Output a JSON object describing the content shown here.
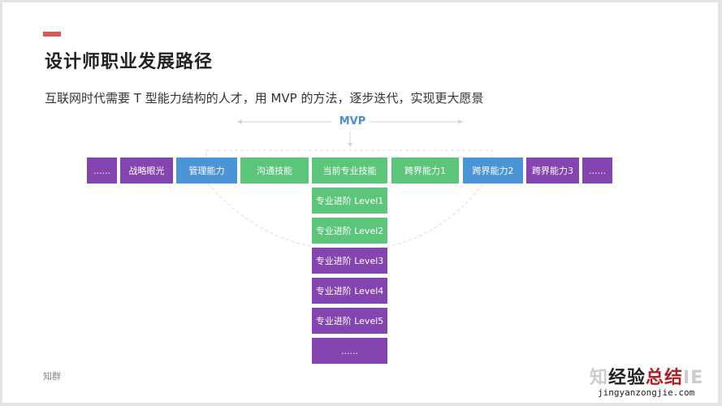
{
  "header": {
    "title": "设计师职业发展路径",
    "subtitle": "互联网时代需要 T 型能力结构的人才，用 MVP 的方法，逐步迭代，实现更大愿景"
  },
  "diagram": {
    "center_label": "MVP",
    "colors": {
      "purple": "#8545b0",
      "blue": "#4b94d6",
      "green": "#5bc57a",
      "accent": "#d9575a",
      "mvp": "#4a8fcc"
    },
    "horizontal": [
      {
        "label": "......",
        "color": "purple"
      },
      {
        "label": "战略眼光",
        "color": "purple"
      },
      {
        "label": "管理能力",
        "color": "blue"
      },
      {
        "label": "沟通技能",
        "color": "green"
      },
      {
        "label": "当前专业技能",
        "color": "green"
      },
      {
        "label": "跨界能力1",
        "color": "green"
      },
      {
        "label": "跨界能力2",
        "color": "blue"
      },
      {
        "label": "跨界能力3",
        "color": "purple"
      },
      {
        "label": "......",
        "color": "purple"
      }
    ],
    "vertical": [
      {
        "label": "专业进阶 Level1",
        "color": "green"
      },
      {
        "label": "专业进阶 Level2",
        "color": "green"
      },
      {
        "label": "专业进阶 Level3",
        "color": "purple"
      },
      {
        "label": "专业进阶 Level4",
        "color": "purple"
      },
      {
        "label": "专业进阶 Level5",
        "color": "purple"
      },
      {
        "label": "......",
        "color": "purple"
      }
    ]
  },
  "footer": {
    "source": "知群"
  },
  "watermark": {
    "cn_1": "知",
    "cn_2": "经验",
    "cn_3": "总结",
    "cn_4": "IE",
    "en": "jingyanzongjie.com"
  }
}
